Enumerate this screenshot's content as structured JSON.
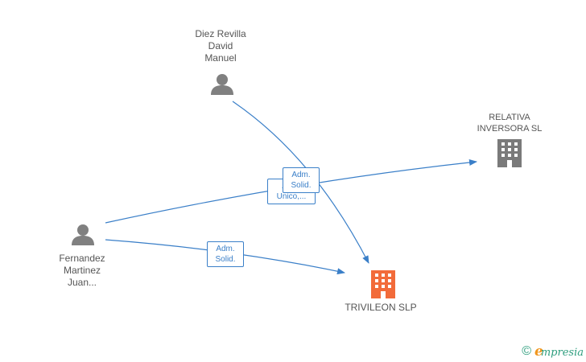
{
  "nodes": {
    "diez_revilla": {
      "label": "Diez Revilla\nDavid\nManuel",
      "type": "person"
    },
    "fernandez_martinez": {
      "label": "Fernandez\nMartinez\nJuan...",
      "type": "person"
    },
    "relativa_inversora": {
      "label": "RELATIVA\nINVERSORA SL",
      "type": "company"
    },
    "trivileon": {
      "label": "TRIVILEON SLP",
      "type": "company-highlight"
    }
  },
  "edges": {
    "fernandez_to_relativa": {
      "label": "Adm.\nUnico,..."
    },
    "diez_to_trivileon": {
      "label": "Adm.\nSolid."
    },
    "fernandez_to_trivileon": {
      "label": "Adm.\nSolid."
    }
  },
  "footer": {
    "copyright": "©",
    "brand_first": "e",
    "brand_rest": "mpresia"
  },
  "colors": {
    "edge": "#3a7fc8",
    "person_icon": "#808080",
    "company_icon": "#7a7a7a",
    "highlight_company_icon": "#f26b3a"
  }
}
